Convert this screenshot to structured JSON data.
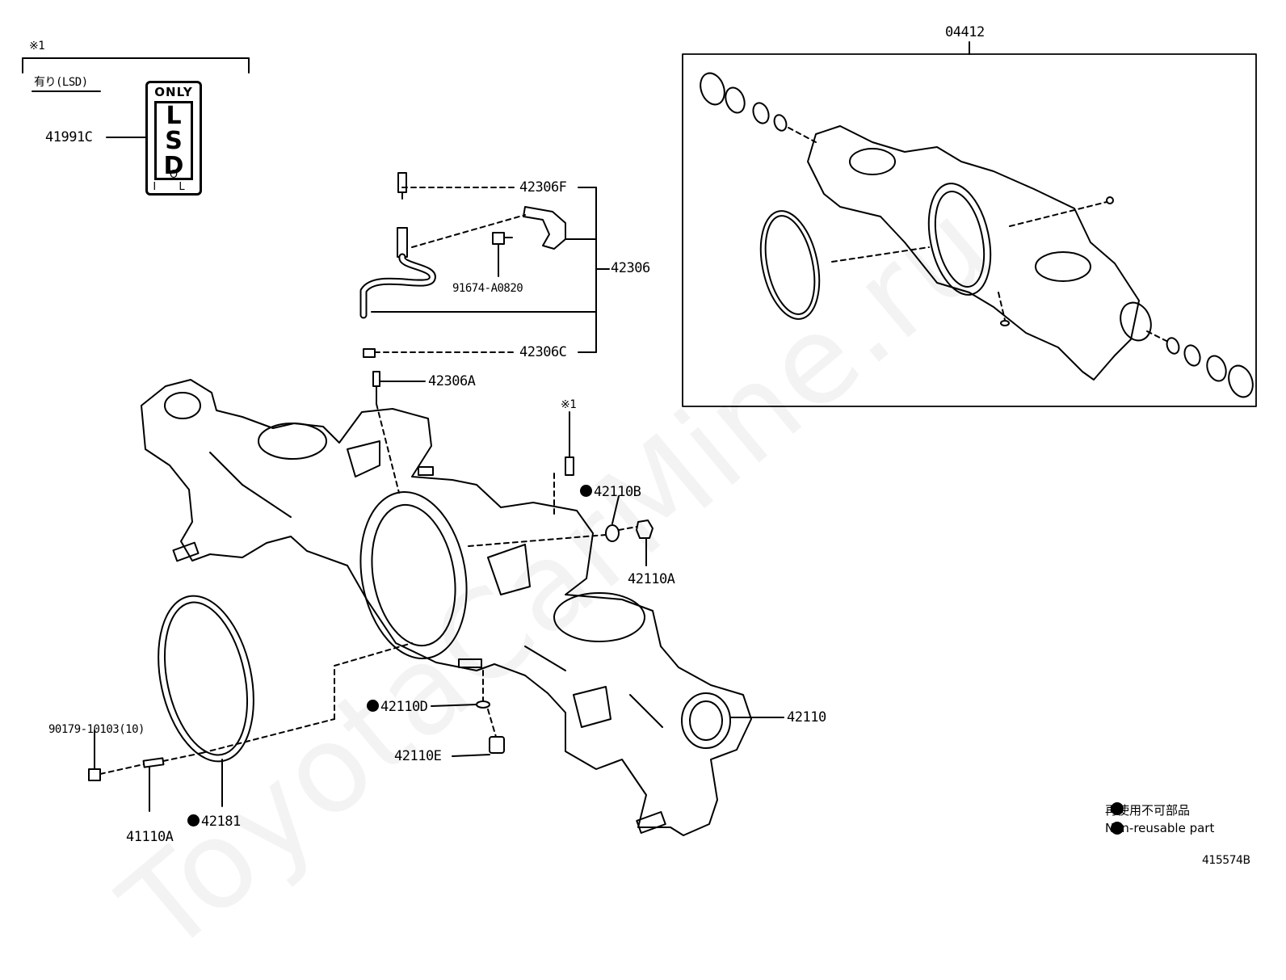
{
  "header": {
    "note_mark": "※1",
    "lsd_condition": "有り(LSD)"
  },
  "badge": {
    "top": "ONLY",
    "letters": [
      "L",
      "S",
      "D"
    ],
    "bottom": "O I L"
  },
  "parts": {
    "p41991C": "41991C",
    "p42306F": "42306F",
    "p42306": "42306",
    "p91674": "91674-A0820",
    "p42306C": "42306C",
    "p42306A": "42306A",
    "note_mark2": "※1",
    "p42110B": "42110B",
    "p42110A": "42110A",
    "p42110D": "42110D",
    "p42110E": "42110E",
    "p42110": "42110",
    "p90179": "90179-10103(10)",
    "p41110A": "41110A",
    "p42181": "42181",
    "p04412": "04412"
  },
  "legend": {
    "jp": "再使用不可部品",
    "en": "Non-reusable part"
  },
  "diagram_id": "415574B",
  "watermark": "ToyotaCarMine.ru"
}
